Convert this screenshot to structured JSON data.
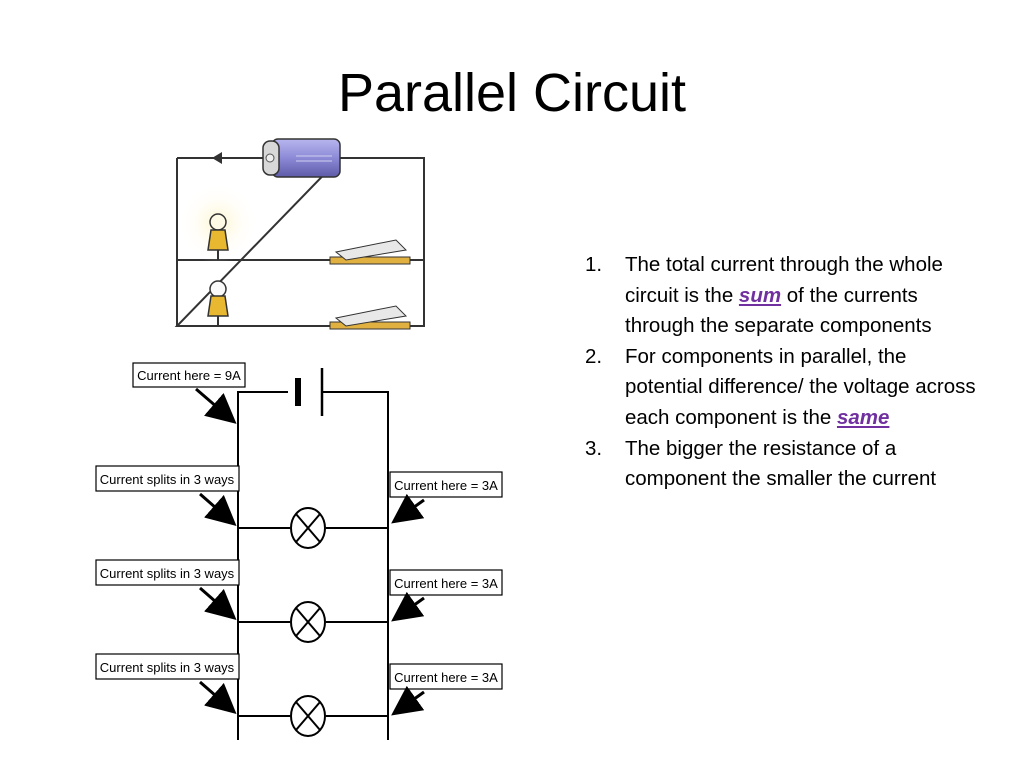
{
  "slide": {
    "title": "Parallel Circuit"
  },
  "diagram": {
    "callouts": {
      "main": "Current here = 9A",
      "split": "Current splits in 3 ways",
      "branch": "Current here = 3A"
    },
    "colors": {
      "battery": "#8c8ad6",
      "battery_cap": "#d8d8d8",
      "bulb_base": "#e8b830",
      "switch": "#e0b040",
      "wire": "#333333",
      "glow": "#fff3c8"
    }
  },
  "points": [
    {
      "num": "1.",
      "before": "The total current through the whole circuit is the ",
      "em": "sum",
      "after": " of the currents through the separate components"
    },
    {
      "num": "2.",
      "before": "For components in parallel, the potential difference/ the voltage across each component is the ",
      "em": "same",
      "after": ""
    },
    {
      "num": "3.",
      "before": "The bigger the resistance of a component the smaller the current",
      "em": "",
      "after": ""
    }
  ]
}
